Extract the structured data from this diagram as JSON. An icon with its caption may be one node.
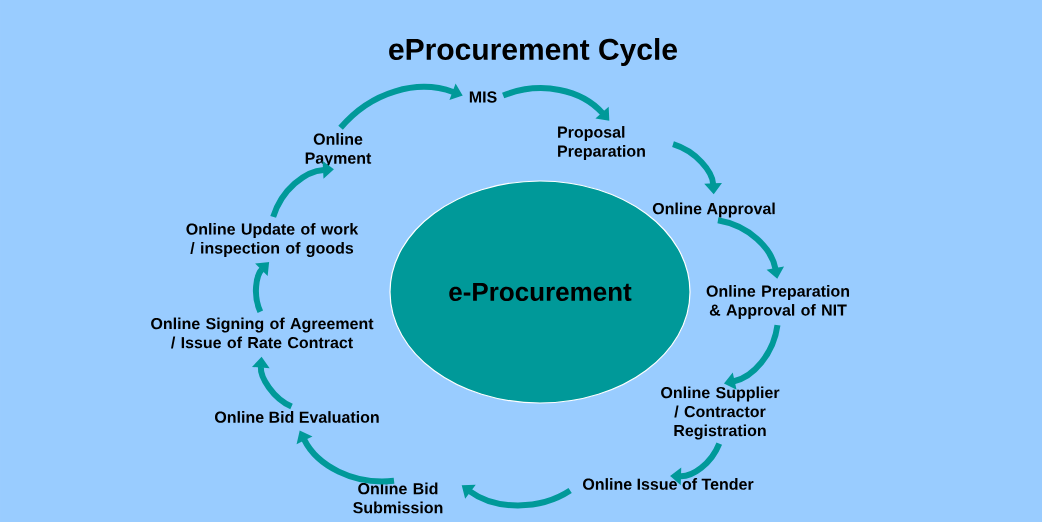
{
  "diagram": {
    "title": "eProcurement Cycle",
    "nodes": [
      {
        "text": [
          "e-Procurement"
        ]
      },
      {
        "text": [
          "MIS"
        ]
      },
      {
        "text": [
          "Proposal Preparation"
        ]
      },
      {
        "text": [
          "Online Approval"
        ]
      },
      {
        "text": [
          "Online Preparation & Approval of NIT"
        ]
      },
      {
        "text": [
          "Online Supplier / Contractor Registration"
        ]
      },
      {
        "text": [
          "Online Issue of Tender"
        ]
      },
      {
        "text": [
          "Online Bid Submission"
        ]
      },
      {
        "text": [
          "Online Bid Evaluation"
        ]
      },
      {
        "text": [
          "Online Signing of Agreement / Issue of Rate Contract"
        ]
      },
      {
        "text": [
          "Online Update of work / inspection of goods"
        ]
      },
      {
        "text": [
          "Online Payment"
        ]
      }
    ],
    "edges": [
      {
        "from": 1,
        "to": 2,
        "arrow": "to"
      },
      {
        "from": 2,
        "to": 3,
        "arrow": "to"
      },
      {
        "from": 3,
        "to": 4,
        "arrow": "to"
      },
      {
        "from": 4,
        "to": 5,
        "arrow": "to"
      },
      {
        "from": 5,
        "to": 6,
        "arrow": "to"
      },
      {
        "from": 6,
        "to": 7,
        "arrow": "to"
      },
      {
        "from": 7,
        "to": 8,
        "arrow": "to"
      },
      {
        "from": 8,
        "to": 9,
        "arrow": "to"
      },
      {
        "from": 9,
        "to": 10,
        "arrow": "to"
      },
      {
        "from": 10,
        "to": 11,
        "arrow": "to"
      },
      {
        "from": 11,
        "to": 1,
        "arrow": "to"
      }
    ]
  }
}
